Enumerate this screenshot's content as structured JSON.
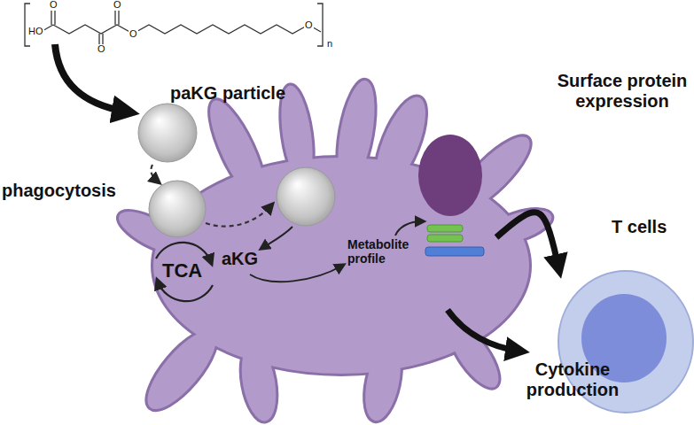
{
  "diagram": {
    "nodes": [
      {
        "text": [
          "paKG particle"
        ]
      },
      {
        "text": [
          "TCA",
          "aKG",
          "Metabolite profile"
        ]
      },
      {
        "text": [
          "T cells"
        ]
      }
    ],
    "edges": [
      {
        "from": 1,
        "to": 2,
        "arrow": "to",
        "label": "Surface protein expression"
      }
    ],
    "labels": [
      "HO",
      "O",
      "O",
      "O",
      "O",
      "O",
      "n",
      "phagocytosis",
      "Cytokine production"
    ]
  }
}
